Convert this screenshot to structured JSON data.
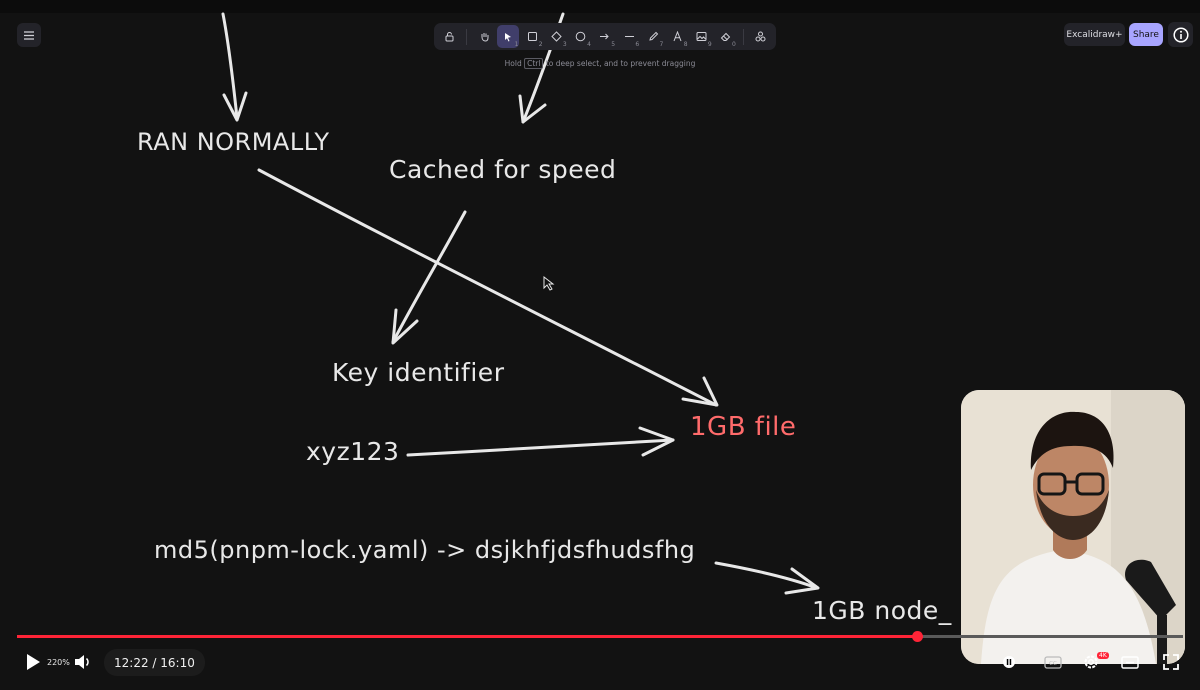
{
  "app": {
    "hint_prefix": "Hold",
    "hint_key": "Ctrl",
    "hint_suffix": "to deep select, and to prevent dragging",
    "library_label": "Excalidraw+",
    "share_label": "Share"
  },
  "toolbar": {
    "tools": [
      {
        "name": "lock",
        "num": ""
      },
      {
        "name": "hand",
        "num": ""
      },
      {
        "name": "selection",
        "num": "1"
      },
      {
        "name": "rectangle",
        "num": "2"
      },
      {
        "name": "diamond",
        "num": "3"
      },
      {
        "name": "ellipse",
        "num": "4"
      },
      {
        "name": "arrow",
        "num": "5"
      },
      {
        "name": "line",
        "num": "6"
      },
      {
        "name": "draw",
        "num": "7"
      },
      {
        "name": "text",
        "num": "8"
      },
      {
        "name": "image",
        "num": "9"
      },
      {
        "name": "eraser",
        "num": "0"
      },
      {
        "name": "more-tools",
        "num": ""
      }
    ]
  },
  "canvas": {
    "labels": {
      "ran_normally": "RAN NORMALLY",
      "cached_for_speed": "Cached for speed",
      "key_identifier": "Key identifier",
      "one_gb_file": "1GB file",
      "xyz": "xyz123",
      "md5": "md5(pnpm-lock.yaml) -> dsjkhfjdsfhudsfhg",
      "node_modules": "1GB node_"
    },
    "colors": {
      "text": "#e8e8e8",
      "highlight": "#ff6b6b"
    }
  },
  "player": {
    "speed": "220%",
    "current_time": "12:22",
    "duration": "16:10",
    "time_separator": " / ",
    "progress_fraction": 0.772,
    "quality_badge": "4K",
    "colors": {
      "progress": "#ff2437"
    }
  }
}
